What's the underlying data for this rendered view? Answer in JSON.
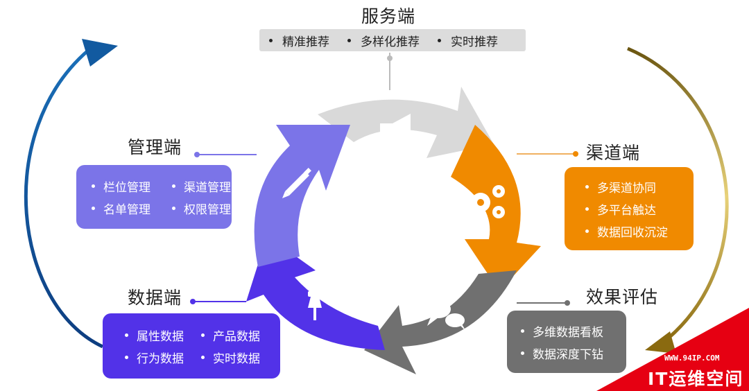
{
  "service": {
    "title": "服务端",
    "items": [
      "精准推荐",
      "多样化推荐",
      "实时推荐"
    ]
  },
  "management": {
    "title": "管理端",
    "items": [
      "栏位管理",
      "渠道管理",
      "名单管理",
      "权限管理"
    ]
  },
  "channel": {
    "title": "渠道端",
    "items": [
      "多渠道协同",
      "多平台触达",
      "数据回收沉淀"
    ]
  },
  "data": {
    "title": "数据端",
    "items": [
      "属性数据",
      "产品数据",
      "行为数据",
      "实时数据"
    ]
  },
  "evaluation": {
    "title": "效果评估",
    "items": [
      "多维数据看板",
      "数据深度下钻"
    ]
  },
  "watermark": {
    "url": "WWW.94IP.COM",
    "name": "IT运维空间"
  },
  "colors": {
    "service": "#d9d9d9",
    "management": "#7b74e8",
    "channel": "#f08a00",
    "data": "#5232e8",
    "evaluation": "#7a7a7a",
    "watermark": "#e60012"
  },
  "icons": [
    "megaphone-icon",
    "gears-icon",
    "chat-bubbles-icon",
    "pushpin-icon",
    "pencil-icon"
  ]
}
